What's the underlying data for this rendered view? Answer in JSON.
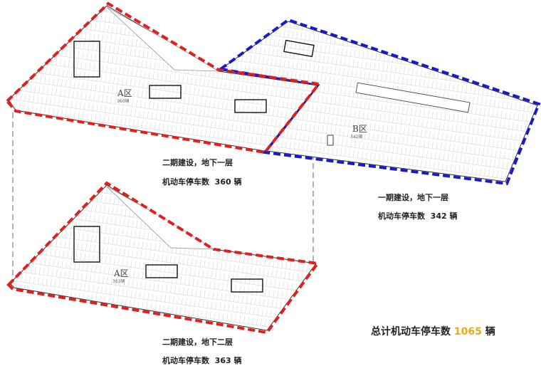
{
  "zones": {
    "a_upper": {
      "name": "A区",
      "count": "360辆"
    },
    "b_upper": {
      "name": "B区",
      "count": "342辆"
    },
    "a_lower": {
      "name": "A区",
      "count": "363辆"
    }
  },
  "captions": {
    "phase2_b1": {
      "title": "二期建设，地下一层",
      "count_label": "机动车停车数",
      "count": "360",
      "unit": "辆"
    },
    "phase1_b1": {
      "title": "一期建设，地下一层",
      "count_label": "机动车停车数",
      "count": "342",
      "unit": "辆"
    },
    "phase2_b2": {
      "title": "二期建设，地下二层",
      "count_label": "机动车停车数",
      "count": "363",
      "unit": "辆"
    }
  },
  "total": {
    "label": "总计机动车停车数",
    "count": "1065",
    "unit": "辆"
  },
  "colors": {
    "phase2_border": "#e02020",
    "phase1_border": "#1a1acc",
    "highlight": "#e8a820"
  }
}
